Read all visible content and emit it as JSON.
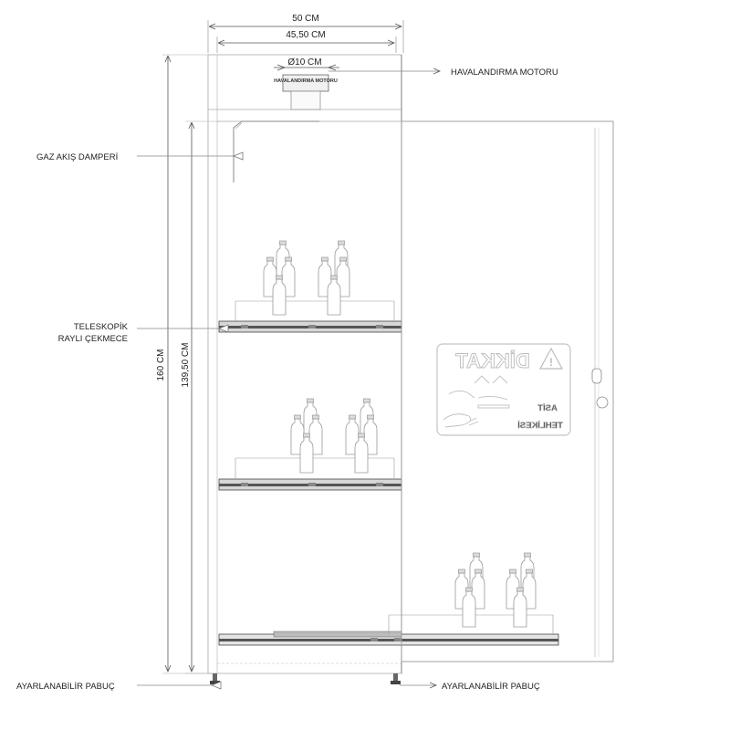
{
  "dimensions": {
    "outer_width": "50 CM",
    "inner_width": "45,50 CM",
    "fan_diameter": "Ø10 CM",
    "outer_height": "160 CM",
    "inner_height": "139,50 CM"
  },
  "labels": {
    "fan_motor": "HAVALANDIRMA MOTORU",
    "fan_motor_box": "HAVALANDIRMA MOTORU",
    "gas_damper": "GAZ AKIŞ DAMPERİ",
    "drawer_line1": "TELESKOPİK",
    "drawer_line2": "RAYLI ÇEKMECE",
    "foot_left": "AYARLANABİLİR PABUÇ",
    "foot_right": "AYARLANABİLİR PABUÇ"
  },
  "warning_sign": {
    "title": "DİKKAT",
    "line1": "ASİT",
    "line2": "TEHLİKESİ"
  },
  "colors": {
    "line": "#9a9a9a",
    "dark": "#333333",
    "sign": "#c4c4c4"
  }
}
